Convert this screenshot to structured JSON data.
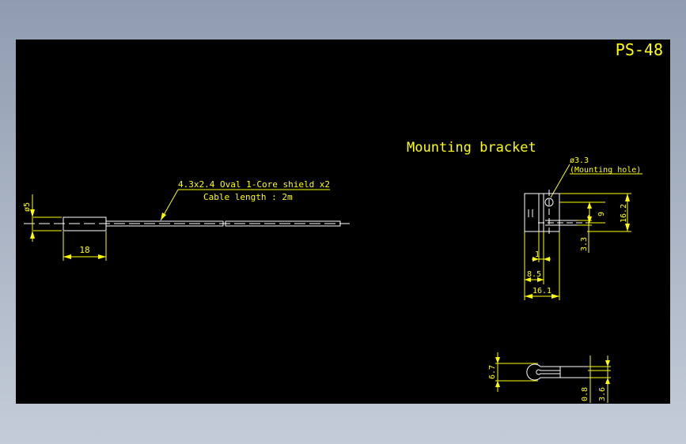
{
  "drawing": {
    "title": "PS-48",
    "colors": {
      "background": "#000000",
      "dimension": "#ffff00",
      "outline": "#ffffff",
      "frame": "#8f9cb0"
    }
  },
  "sensor_view": {
    "diameter_label": "ø5",
    "length_label": "18",
    "cable_note_line1": "4.3x2.4 Oval 1-Core shield x2",
    "cable_note_line2": "Cable length : 2m"
  },
  "bracket_view": {
    "heading": "Mounting bracket",
    "hole_label": "ø3.3",
    "hole_note": "(Mounting hole)",
    "dim_9": "9",
    "dim_16_2": "16.2",
    "dim_3_3": "3.3",
    "dim_1": "1",
    "dim_8_5": "8.5",
    "dim_16_1": "16.1"
  },
  "side_view": {
    "dim_6_7": "6.7",
    "dim_0_8": "0.8",
    "dim_3_6": "3.6"
  }
}
